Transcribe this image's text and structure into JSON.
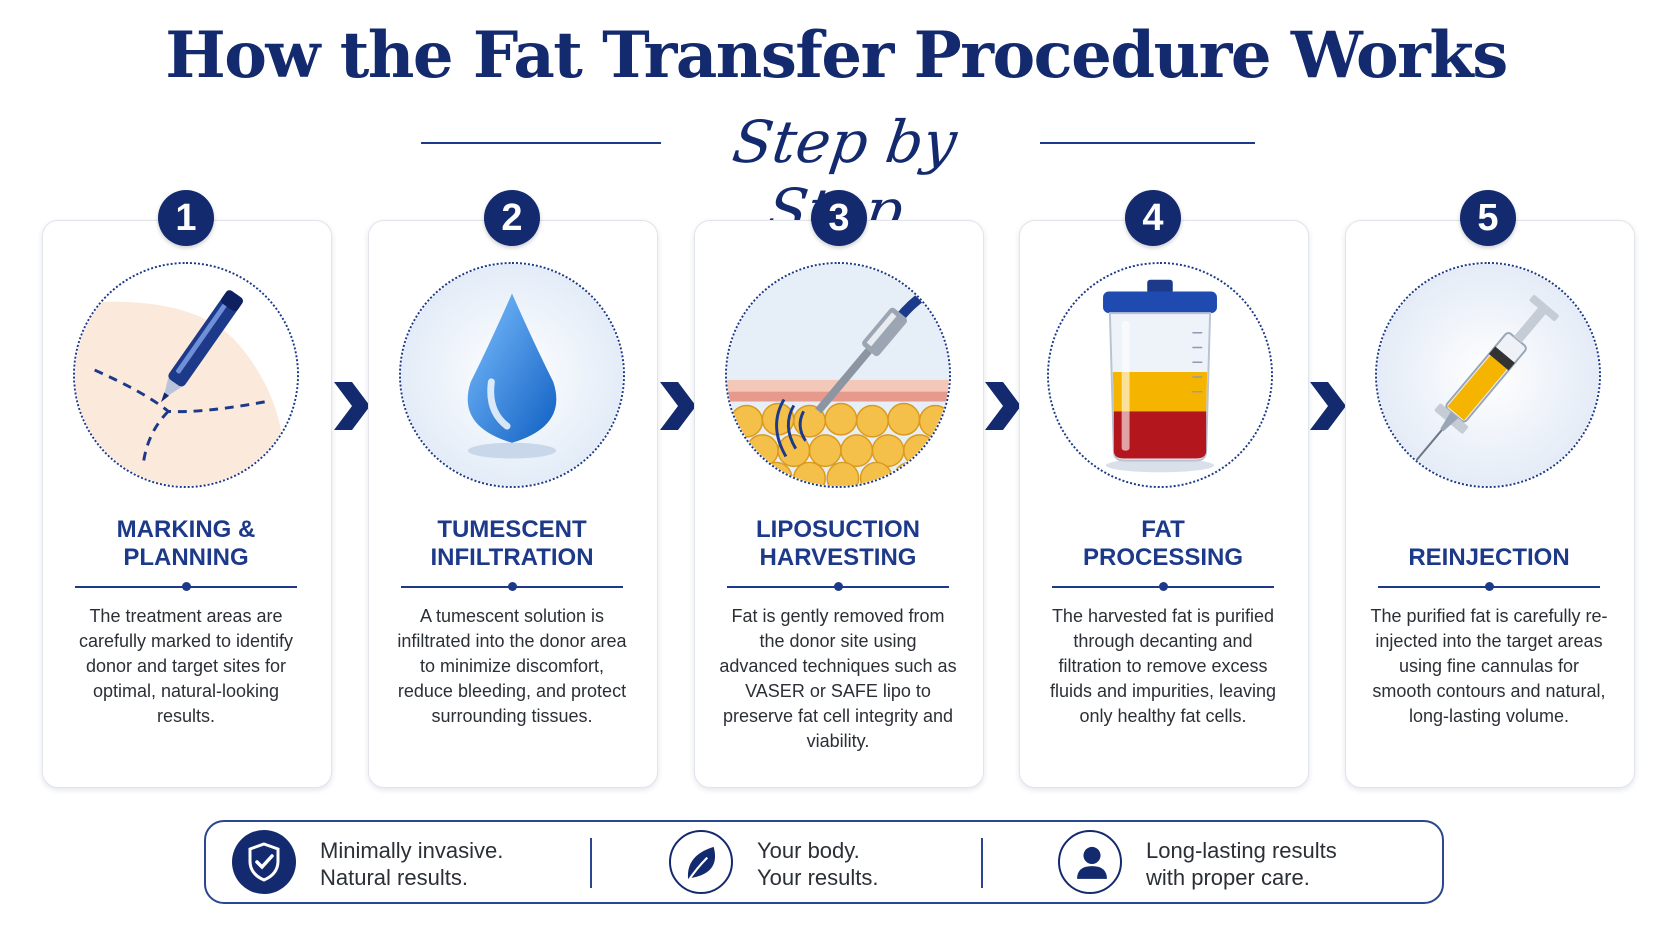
{
  "title": "How the Fat Transfer Procedure Works",
  "subtitle": "Step by Step",
  "steps": [
    {
      "number": "1",
      "title_line1": "MARKING &",
      "title_line2": "PLANNING",
      "description": "The treatment areas are carefully marked to identify donor and target sites for optimal, natural-looking results.",
      "icon": "marker-pen-icon"
    },
    {
      "number": "2",
      "title_line1": "TUMESCENT",
      "title_line2": "INFILTRATION",
      "description": "A tumescent solution is infiltrated into the donor area to minimize discomfort, reduce bleeding, and protect surrounding tissues.",
      "icon": "water-drop-icon"
    },
    {
      "number": "3",
      "title_line1": "LIPOSUCTION",
      "title_line2": "HARVESTING",
      "description": "Fat is gently removed from the donor site using advanced techniques such as VASER or SAFE lipo to preserve fat cell integrity and viability.",
      "icon": "cannula-icon"
    },
    {
      "number": "4",
      "title_line1": "FAT",
      "title_line2": "PROCESSING",
      "description": "The harvested fat is purified through decanting and filtration to remove excess fluids and impurities, leaving only healthy fat cells.",
      "icon": "canister-icon"
    },
    {
      "number": "5",
      "title_line1": "",
      "title_line2": "REINJECTION",
      "description": "The purified fat is carefully re-injected into the target areas using fine cannulas for smooth contours and natural, long-lasting volume.",
      "icon": "syringe-icon"
    }
  ],
  "benefits": [
    {
      "line1": "Minimally invasive.",
      "line2": "Natural results.",
      "icon": "shield-check-icon"
    },
    {
      "line1": "Your body.",
      "line2": "Your results.",
      "icon": "leaf-icon"
    },
    {
      "line1": "Long-lasting results",
      "line2": "with proper care.",
      "icon": "person-icon"
    }
  ],
  "colors": {
    "primary": "#142a6e",
    "accent": "#1d3a8a",
    "fat_yellow": "#f2b400",
    "blood_red": "#b3171d"
  }
}
